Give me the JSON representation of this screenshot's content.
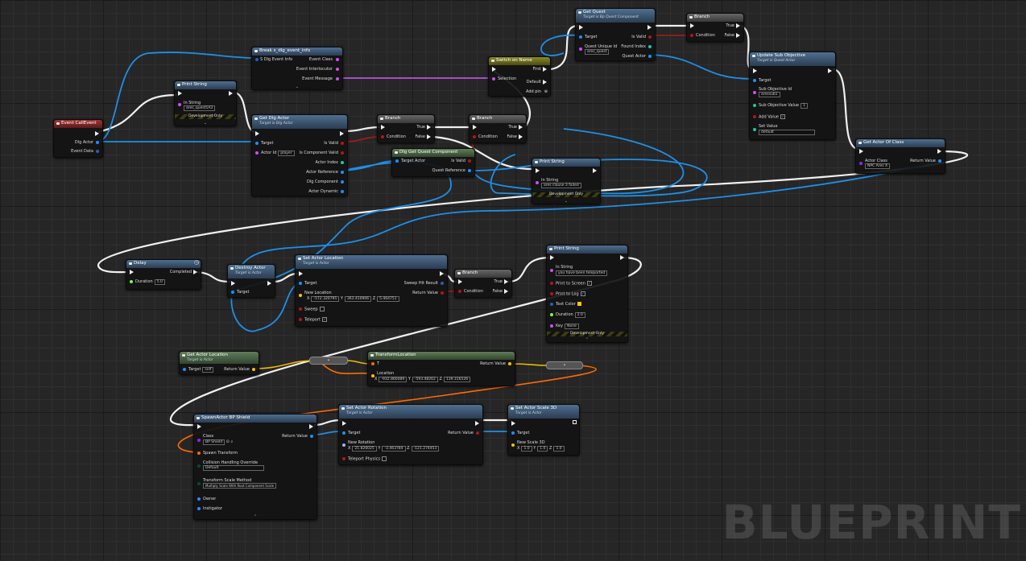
{
  "watermark": "BLUEPRINT",
  "colors": {
    "exec": "#eeeeee",
    "object": "#1e90ff",
    "string": "#d04cff",
    "bool": "#8b0000",
    "vector": "#ffc000",
    "transform": "#ff6a00",
    "int": "#20c8a0",
    "struct": "#2060c0"
  },
  "nodes": {
    "event_call": {
      "title": "Event CallEvent",
      "pins": {
        "dlg_actor": "Dlg Actor",
        "event_data": "Event Data"
      }
    },
    "break_event": {
      "title": "Break s_dlg_event_info",
      "pins": {
        "info": "S Dlg Event Info",
        "event_class": "Event Class",
        "event_interlocutor": "Event Interlocutor",
        "event_message": "Event Message"
      }
    },
    "print1": {
      "title": "Print String",
      "in_string_label": "In String",
      "in_string": "ares_quest1A3",
      "dev": "Development Only"
    },
    "get_dlg_actor": {
      "title": "Get Dlg Actor",
      "subtitle": "Target is Dlg Actor",
      "pins": {
        "target": "Target",
        "actor_id": "Actor Id",
        "actor_id_value": "player",
        "is_valid": "Is Valid",
        "is_component_valid": "Is Component Valid",
        "actor_index": "Actor Index",
        "actor_reference": "Actor Reference",
        "dlg_component": "Dlg Component",
        "actor_dynamic": "Actor Dynamic"
      }
    },
    "branch1": {
      "title": "Branch",
      "condition": "Condition",
      "true": "True",
      "false": "False"
    },
    "branch2": {
      "title": "Branch",
      "condition": "Condition",
      "true": "True",
      "false": "False"
    },
    "dlg_get_quest": {
      "title": "Dlg Get Quest Component",
      "target_actor": "Target Actor",
      "is_valid": "Is Valid",
      "quest_reference": "Quest Reference"
    },
    "switch_name": {
      "title": "Switch on Name",
      "first": "First",
      "selection": "Selection",
      "default": "Default",
      "add_pin": "Add pin"
    },
    "get_quest": {
      "title": "Get Quest",
      "subtitle": "Target is Bp Quest Component",
      "target": "Target",
      "is_valid": "Is Valid",
      "quest_unique_id": "Quest Unique Id",
      "quest_unique_value": "ares_quest",
      "found_index": "Found Index",
      "quest_actor": "Quest Actor"
    },
    "branch3": {
      "title": "Branch",
      "condition": "Condition",
      "true": "True",
      "false": "False"
    },
    "update_sub": {
      "title": "Update Sub Objective",
      "subtitle": "Target is Quest Actor",
      "target": "Target",
      "sub_id": "Sub Objective Id",
      "sub_id_value": "aressub1",
      "sub_value": "Sub Objective Value",
      "sub_value_value": "1",
      "add_value": "Add Value",
      "set_value": "Set Value",
      "set_value_value": "default"
    },
    "print2": {
      "title": "Print String",
      "in_string_label": "In String",
      "in_string": "ares clause 3 failed",
      "dev": "Development Only"
    },
    "get_actor_class": {
      "title": "Get Actor Of Class",
      "actor_class": "Actor Class",
      "actor_class_value": "NPC Ares X",
      "return_value": "Return Value"
    },
    "delay": {
      "title": "Delay",
      "completed": "Completed",
      "duration": "Duration",
      "duration_value": "5.0"
    },
    "destroy": {
      "title": "Destroy Actor",
      "subtitle": "Target is Actor",
      "target": "Target"
    },
    "set_location": {
      "title": "Set Actor Location",
      "subtitle": "Target is Actor",
      "target": "Target",
      "sweep_hit": "Sweep Hit Result",
      "new_location": "New Location",
      "return_value": "Return Value",
      "x": "-572.320795",
      "y": "363.410906",
      "z": "5.464751",
      "sweep": "Sweep",
      "teleport": "Teleport"
    },
    "branch4": {
      "title": "Branch",
      "condition": "Condition",
      "true": "True",
      "false": "False"
    },
    "print3": {
      "title": "Print String",
      "in_string_label": "In String",
      "in_string": "you have been teleported",
      "print_screen": "Print to Screen",
      "print_log": "Print to Log",
      "text_color": "Text Color",
      "duration": "Duration",
      "duration_value": "2.0",
      "key": "Key",
      "key_value": "None",
      "dev": "Development Only"
    },
    "get_actor_location": {
      "title": "Get Actor Location",
      "subtitle": "Target is Actor",
      "target": "Target",
      "target_value": "self",
      "return_value": "Return Value"
    },
    "transform_location": {
      "title": "TransformLocation",
      "t": "T",
      "location": "Location",
      "x": "-932.860489",
      "y": "-593.48262",
      "z": "139.316526",
      "return_value": "Return Value"
    },
    "spawn": {
      "title": "SpawnActor BP Shield",
      "class": "Class",
      "class_value": "BP Shield",
      "spawn_transform": "Spawn Transform",
      "collision": "Collision Handling Override",
      "collision_value": "Default",
      "transform_scale": "Transform Scale Method",
      "transform_scale_value": "Multiply Scale With Root Component Scale",
      "owner": "Owner",
      "instigator": "Instigator",
      "return_value": "Return Value"
    },
    "set_rotation": {
      "title": "Set Actor Rotation",
      "subtitle": "Target is Actor",
      "target": "Target",
      "new_rotation": "New Rotation",
      "x": "21.826025",
      "y": "-3.463784",
      "z": "-121.274453",
      "teleport": "Teleport Physics",
      "return_value": "Return Value"
    },
    "set_scale": {
      "title": "Set Actor Scale 3D",
      "subtitle": "Target is Actor",
      "target": "Target",
      "new_scale": "New Scale 3D",
      "x": "1.0",
      "y": "1.0",
      "z": "1.0"
    }
  }
}
